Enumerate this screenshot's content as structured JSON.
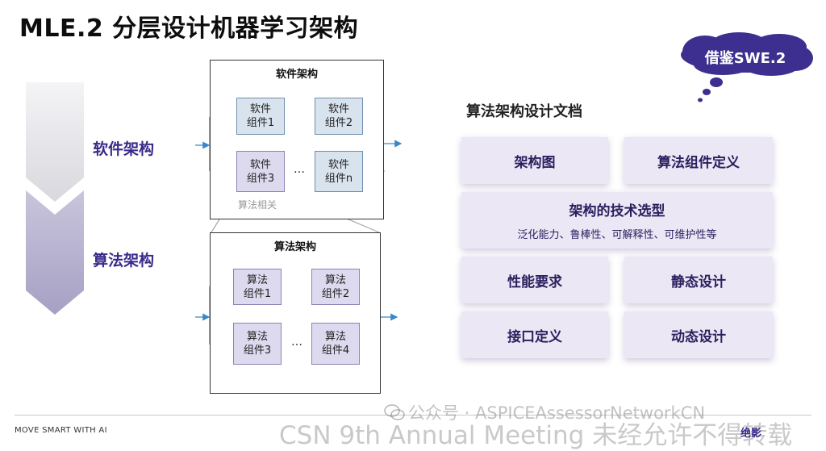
{
  "title": "MLE.2 分层设计机器学习架构",
  "cloud": {
    "label": "借鉴SWE.2"
  },
  "chevrons": [
    {
      "label": "软件架构"
    },
    {
      "label": "算法架构"
    }
  ],
  "software_arch": {
    "title": "软件架构",
    "components": [
      {
        "label": "软件\n组件1"
      },
      {
        "label": "软件\n组件2"
      },
      {
        "label": "软件\n组件3"
      },
      {
        "label": "软件\n组件n"
      }
    ],
    "ellipsis": "…",
    "algo_related": "算法相关"
  },
  "algorithm_arch": {
    "title": "算法架构",
    "components": [
      {
        "label": "算法\n组件1"
      },
      {
        "label": "算法\n组件2"
      },
      {
        "label": "算法\n组件3"
      },
      {
        "label": "算法\n组件4"
      }
    ],
    "ellipsis": "…"
  },
  "document": {
    "title": "算法架构设计文档",
    "cards": {
      "arch_diagram": "架构图",
      "algo_component_def": "算法组件定义",
      "tech_selection": "架构的技术选型",
      "tech_selection_sub": "泛化能力、鲁棒性、可解释性、可维护性等",
      "performance": "性能要求",
      "static_design": "静态设计",
      "interface_def": "接口定义",
      "dynamic_design": "动态设计"
    }
  },
  "footer": {
    "tagline": "MOVE SMART WITH AI",
    "watermark_wechat": "公众号 · ASPICEAssessorNetworkCN",
    "watermark_meeting": "CSN 9th Annual Meeting 未经允许不得转载",
    "logo": "绝影"
  },
  "colors": {
    "accent": "#3a2a8a",
    "cloud": "#3d2f8f",
    "card_bg": "#ece7f5",
    "software_comp": "#d9e3ee",
    "algo_comp": "#ddd9ee",
    "arrow": "#3a87c8"
  }
}
